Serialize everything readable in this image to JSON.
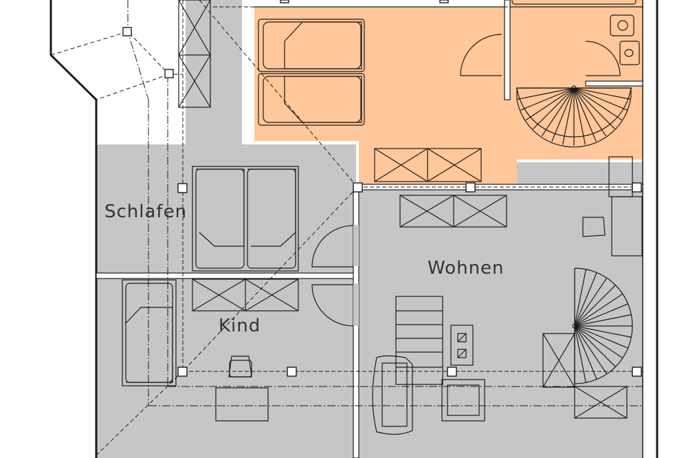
{
  "rooms": {
    "schlafen": "Schlafen",
    "kind": "Kind",
    "wohnen": "Wohnen"
  },
  "colors": {
    "background": "#ffffff",
    "gray_area": "#c6c6c8",
    "orange_area": "#ffc79a",
    "line": "#1a1a1a",
    "text": "#333333"
  }
}
